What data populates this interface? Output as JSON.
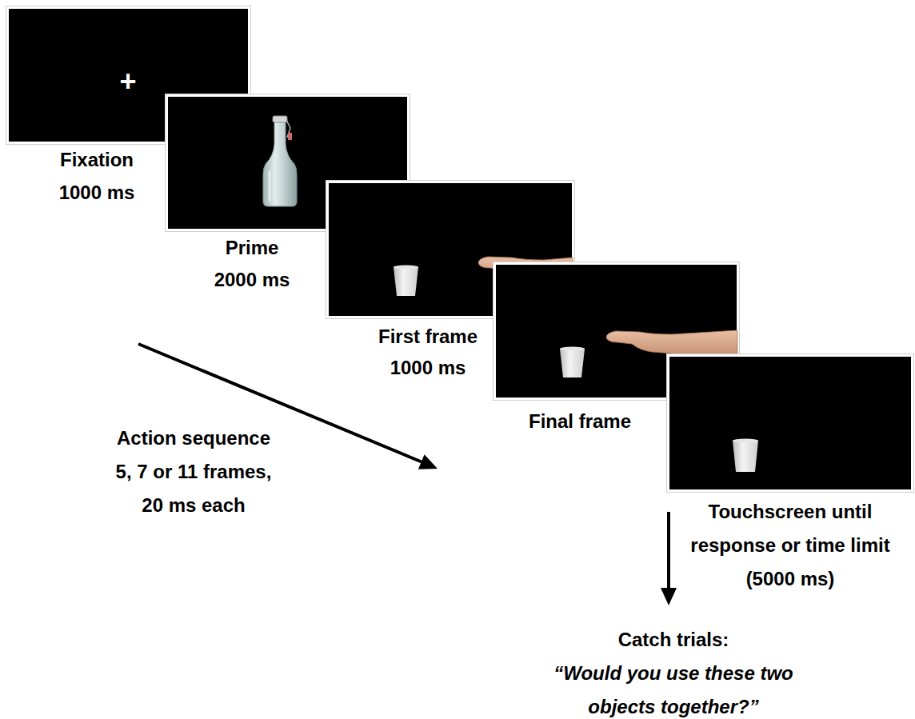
{
  "diagram": {
    "nodes": [
      {
        "text": [
          "+",
          "Fixation 1000 ms"
        ]
      },
      {
        "text": [
          "Prime 2000 ms"
        ]
      },
      {
        "text": [
          "First frame 1000 ms"
        ]
      },
      {
        "text": [
          "Final frame"
        ]
      },
      {
        "text": [
          "Touchscreen until response or time limit (5000 ms)"
        ]
      }
    ],
    "labels": [
      "Action sequence 5, 7 or 11 frames, 20 ms each",
      "Catch trials:",
      "“Would you use these two objects together?”"
    ]
  }
}
